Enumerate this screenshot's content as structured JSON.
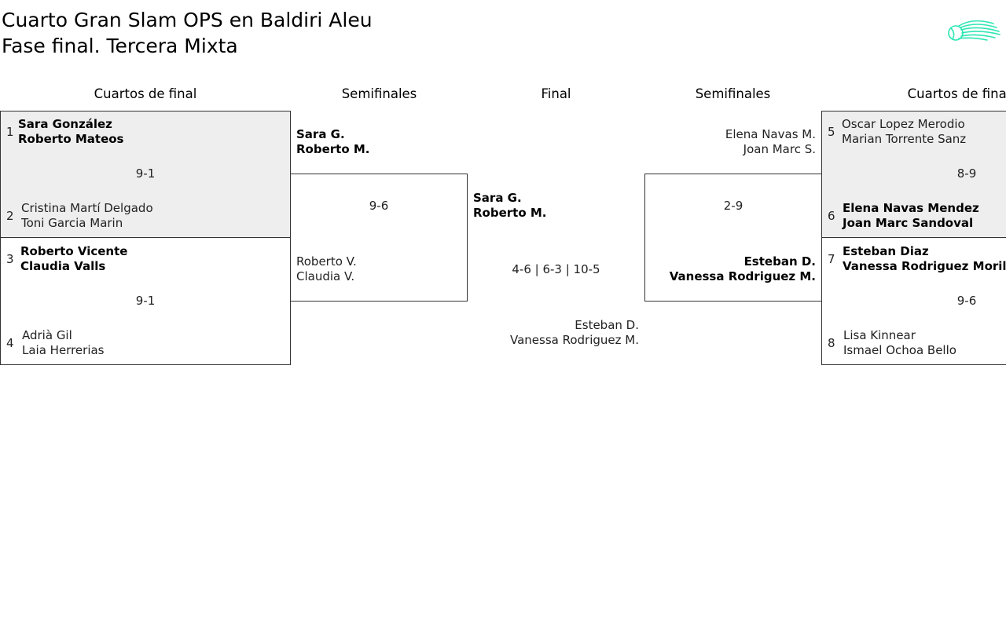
{
  "title": {
    "line1": "Cuarto Gran Slam OPS en Baldiri Aleu",
    "line2": "Fase final. Tercera Mixta"
  },
  "logo_icon": "tennis-ball-motion-icon",
  "accent_color": "#2ee6b4",
  "rounds": {
    "qf_left": "Cuartos de final",
    "sf_left": "Semifinales",
    "final": "Final",
    "sf_right": "Semifinales",
    "qf_right": "Cuartos de final"
  },
  "quarterfinals": [
    {
      "top": {
        "seed": "1",
        "p1": "Sara González",
        "p2": "Roberto Mateos",
        "winner": true
      },
      "bottom": {
        "seed": "2",
        "p1": "Cristina Martí Delgado",
        "p2": "Toni Garcia Marin",
        "winner": false
      },
      "score": "9-1"
    },
    {
      "top": {
        "seed": "3",
        "p1": "Roberto Vicente",
        "p2": "Claudia Valls",
        "winner": true
      },
      "bottom": {
        "seed": "4",
        "p1": "Adrià Gil",
        "p2": "Laia Herrerias",
        "winner": false
      },
      "score": "9-1"
    },
    {
      "top": {
        "seed": "5",
        "p1": "Oscar Lopez Merodio",
        "p2": "Marian Torrente Sanz",
        "winner": false
      },
      "bottom": {
        "seed": "6",
        "p1": "Elena Navas Mendez",
        "p2": "Joan Marc Sandoval",
        "winner": true
      },
      "score": "8-9"
    },
    {
      "top": {
        "seed": "7",
        "p1": "Esteban Diaz",
        "p2": "Vanessa Rodriguez Morillo",
        "winner": true
      },
      "bottom": {
        "seed": "8",
        "p1": "Lisa Kinnear",
        "p2": "Ismael Ochoa Bello",
        "winner": false
      },
      "score": "9-6"
    }
  ],
  "semifinals": [
    {
      "top": {
        "p1": "Sara G.",
        "p2": "Roberto M.",
        "winner": true
      },
      "bottom": {
        "p1": "Roberto V.",
        "p2": "Claudia V.",
        "winner": false
      },
      "score": "9-6"
    },
    {
      "top": {
        "p1": "Elena Navas M.",
        "p2": "Joan Marc S.",
        "winner": false
      },
      "bottom": {
        "p1": "Esteban D.",
        "p2": "Vanessa Rodriguez M.",
        "winner": true
      },
      "score": "2-9"
    }
  ],
  "final": {
    "top": {
      "p1": "Sara G.",
      "p2": "Roberto M.",
      "winner": true
    },
    "bottom": {
      "p1": "Esteban D.",
      "p2": "Vanessa Rodriguez M.",
      "winner": false
    },
    "score": "4-6 | 6-3 | 10-5"
  }
}
